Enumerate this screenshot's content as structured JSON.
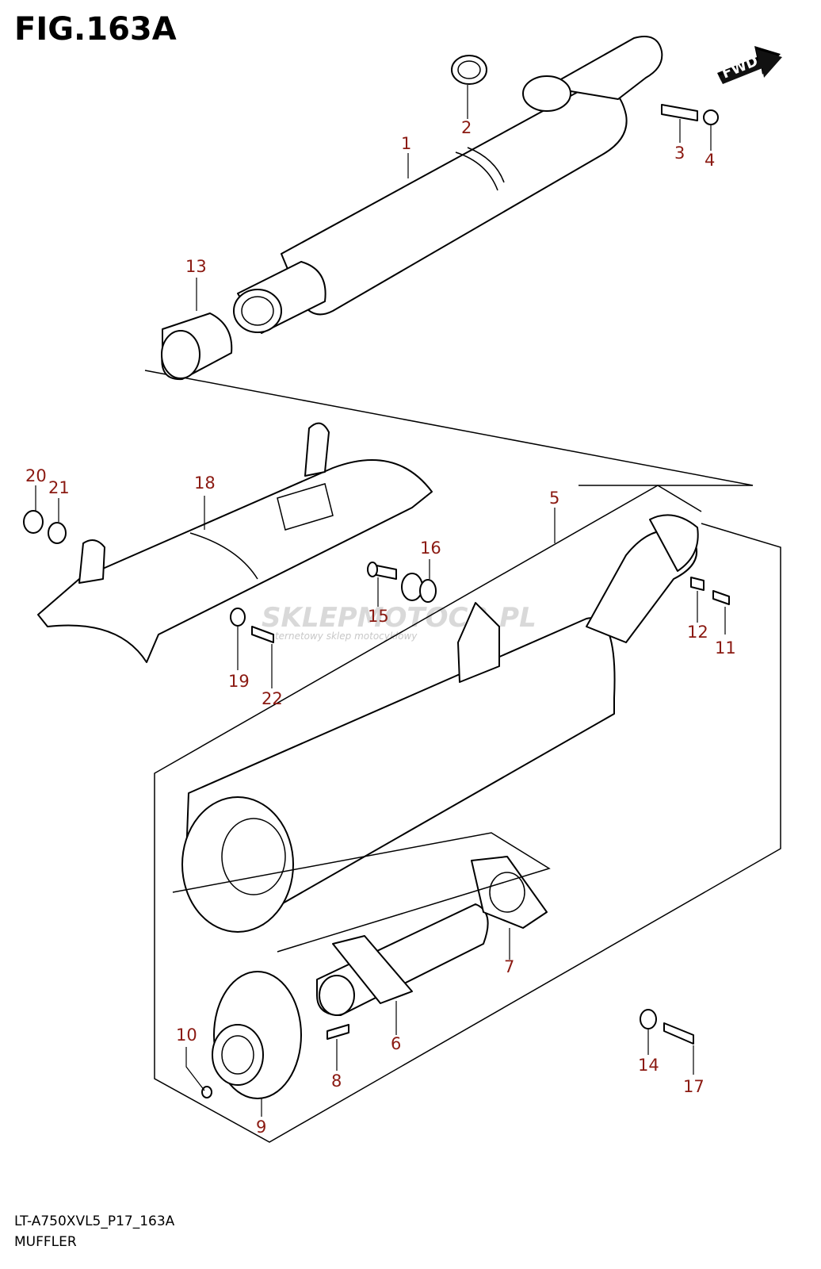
{
  "figure": {
    "title": "FIG.163A",
    "code": "LT-A750XVL5_P17_163A",
    "caption": "MUFFLER",
    "direction_badge": "FWD",
    "watermark": {
      "main": "SKLEPMOTOCR.PL",
      "sub": "internetowy sklep motocyklowy"
    }
  },
  "callouts": [
    {
      "id": "c1",
      "label": "1"
    },
    {
      "id": "c2",
      "label": "2"
    },
    {
      "id": "c3",
      "label": "3"
    },
    {
      "id": "c4",
      "label": "4"
    },
    {
      "id": "c5",
      "label": "5"
    },
    {
      "id": "c6",
      "label": "6"
    },
    {
      "id": "c7",
      "label": "7"
    },
    {
      "id": "c8",
      "label": "8"
    },
    {
      "id": "c9",
      "label": "9"
    },
    {
      "id": "c10",
      "label": "10"
    },
    {
      "id": "c11",
      "label": "11"
    },
    {
      "id": "c12",
      "label": "12"
    },
    {
      "id": "c13",
      "label": "13"
    },
    {
      "id": "c14",
      "label": "14"
    },
    {
      "id": "c15",
      "label": "15"
    },
    {
      "id": "c16",
      "label": "16"
    },
    {
      "id": "c17",
      "label": "17"
    },
    {
      "id": "c18",
      "label": "18"
    },
    {
      "id": "c19",
      "label": "19"
    },
    {
      "id": "c20",
      "label": "20"
    },
    {
      "id": "c21",
      "label": "21"
    },
    {
      "id": "c22",
      "label": "22"
    }
  ],
  "colors": {
    "callout": "#8b1a12",
    "line": "#000000",
    "watermark": "#d9d9d9"
  }
}
